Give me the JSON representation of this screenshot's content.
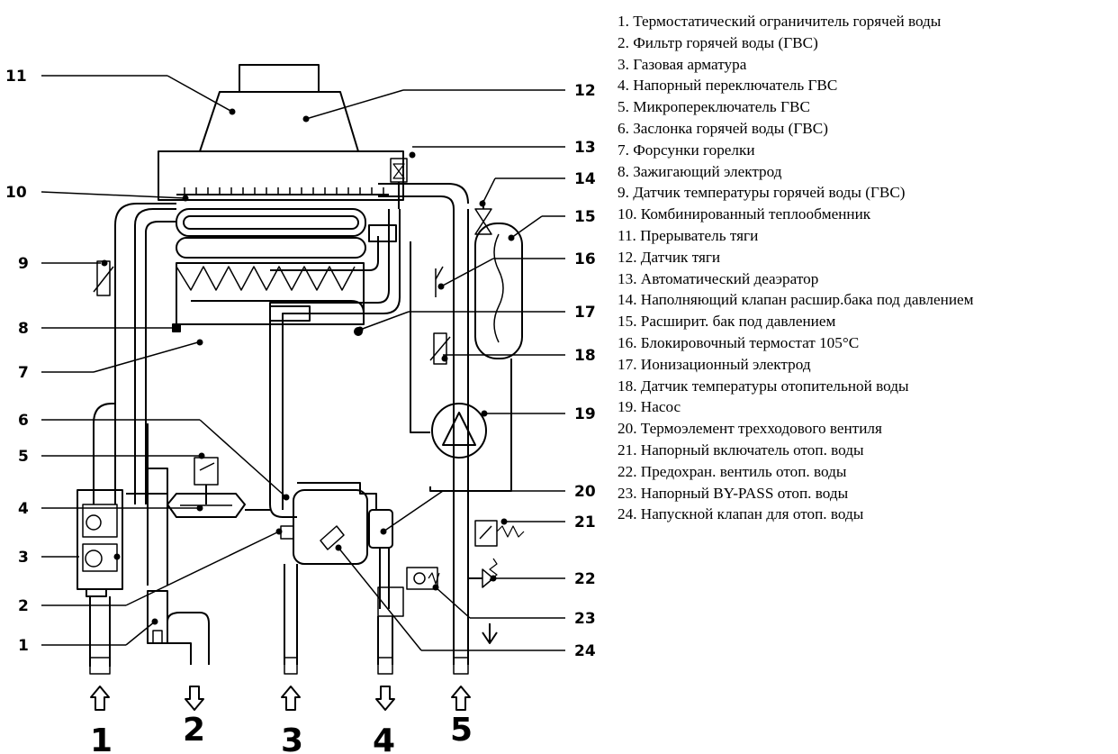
{
  "callouts": [
    "1",
    "2",
    "3",
    "4",
    "5",
    "6",
    "7",
    "8",
    "9",
    "10",
    "11",
    "12",
    "13",
    "14",
    "15",
    "16",
    "17",
    "18",
    "19",
    "20",
    "21",
    "22",
    "23",
    "24"
  ],
  "ports": [
    {
      "label": "1",
      "direction": "in"
    },
    {
      "label": "2",
      "direction": "out"
    },
    {
      "label": "3",
      "direction": "in"
    },
    {
      "label": "4",
      "direction": "out"
    },
    {
      "label": "5",
      "direction": "in"
    }
  ],
  "legend": [
    "1.  Термостатический ограничитель горячей воды",
    "2.  Фильтр горячей воды (ГВС)",
    "3.   Газовая арматура",
    "4.   Напорный переключатель ГВС",
    "5.   Микропереключатель ГВС",
    "6.   Заслонка горячей воды (ГВС)",
    "7.   Форсунки горелки",
    "8.   Зажигающий электрод",
    "9.   Датчик температуры горячей воды (ГВС)",
    "10. Комбинированный теплообменник",
    "11. Прерыватель тяги",
    "12. Датчик тяги",
    "13. Автоматический деаэратор",
    "14. Наполняющий клапан расшир.бака под давлением",
    "15. Расширит. бак под давлением",
    "16. Блокировочный термостат 105°С",
    "17. Ионизационный электрод",
    "18. Датчик температуры отопительной воды",
    "19. Насос",
    "20. Термоэлемент трехходового вентиля",
    "21. Напорный включатель отоп. воды",
    "22. Предохран. вентиль отоп. воды",
    "23. Напорный  BY-PASS отоп. воды",
    "24. Напускной клапан для отоп. воды"
  ]
}
